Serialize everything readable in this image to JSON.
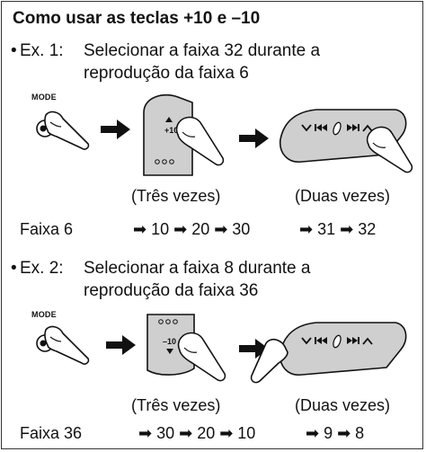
{
  "title": "Como usar as teclas +10 e –10",
  "bullet": "•",
  "example1": {
    "label": "Ex. 1:",
    "line1": "Selecionar a faixa 32 durante a",
    "line2": "reprodução da faixa 6",
    "mode_label": "MODE",
    "key_label": "+10",
    "note_left": "(Três vezes)",
    "note_right": "(Duas vezes)",
    "sequence_label": "Faixa 6",
    "sequence_part1": "➡ 10 ➡ 20 ➡ 30",
    "sequence_part2": "➡ 31 ➡ 32"
  },
  "example2": {
    "label": "Ex. 2:",
    "line1": "Selecionar a faixa 8 durante a",
    "line2": "reprodução da faixa 36",
    "mode_label": "MODE",
    "key_label": "–10",
    "note_left": "(Três vezes)",
    "note_right": "(Duas vezes)",
    "sequence_label": "Faixa 36",
    "sequence_part1": "➡ 30 ➡ 20 ➡ 10",
    "sequence_part2": "➡ 9 ➡ 8"
  }
}
